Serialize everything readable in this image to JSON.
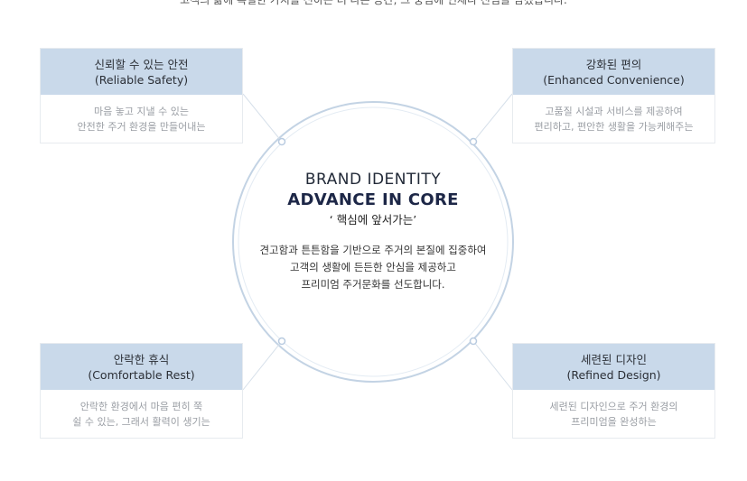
{
  "top_text": "고객의 삶에 특별한 가치를 전하는 더 나은 공간, 그 중심에 언제나 진심을 담겠습니다.",
  "center": {
    "brand_label": "BRAND IDENTITY",
    "headline": "ADVANCE IN CORE",
    "tagline": "‘ 핵심에 앞서가는’",
    "description": [
      "견고함과 튼튼함을 기반으로 주거의 본질에 집중하여",
      "고객의 생활에 든든한 안심을 제공하고",
      "프리미엄 주거문화를 선도합니다."
    ]
  },
  "cards": {
    "top_left": {
      "title": "신뢰할 수 있는 안전",
      "subtitle": "(Reliable Safety)",
      "lines": [
        "마음 놓고 지낼 수 있는",
        "안전한 주거 환경을 만들어내는"
      ]
    },
    "top_right": {
      "title": "강화된 편의",
      "subtitle": "(Enhanced Convenience)",
      "lines": [
        "고품질 시설과 서비스를 제공하여",
        "편리하고, 편안한 생활을 가능케해주는"
      ]
    },
    "bottom_left": {
      "title": "안락한 휴식",
      "subtitle": "(Comfortable Rest)",
      "lines": [
        "안락한 환경에서 마음 편히 쭉",
        "쉴 수 있는, 그래서 활력이 생기는"
      ]
    },
    "bottom_right": {
      "title": "세련된 디자인",
      "subtitle": "(Refined Design)",
      "lines": [
        "세련된 디자인으로 주거 환경의",
        "프리미엄을 완성하는"
      ]
    }
  },
  "colors": {
    "card_header": "#c9d9ea",
    "circle_stroke": "#c3d3e4",
    "headline": "#1d2747"
  }
}
